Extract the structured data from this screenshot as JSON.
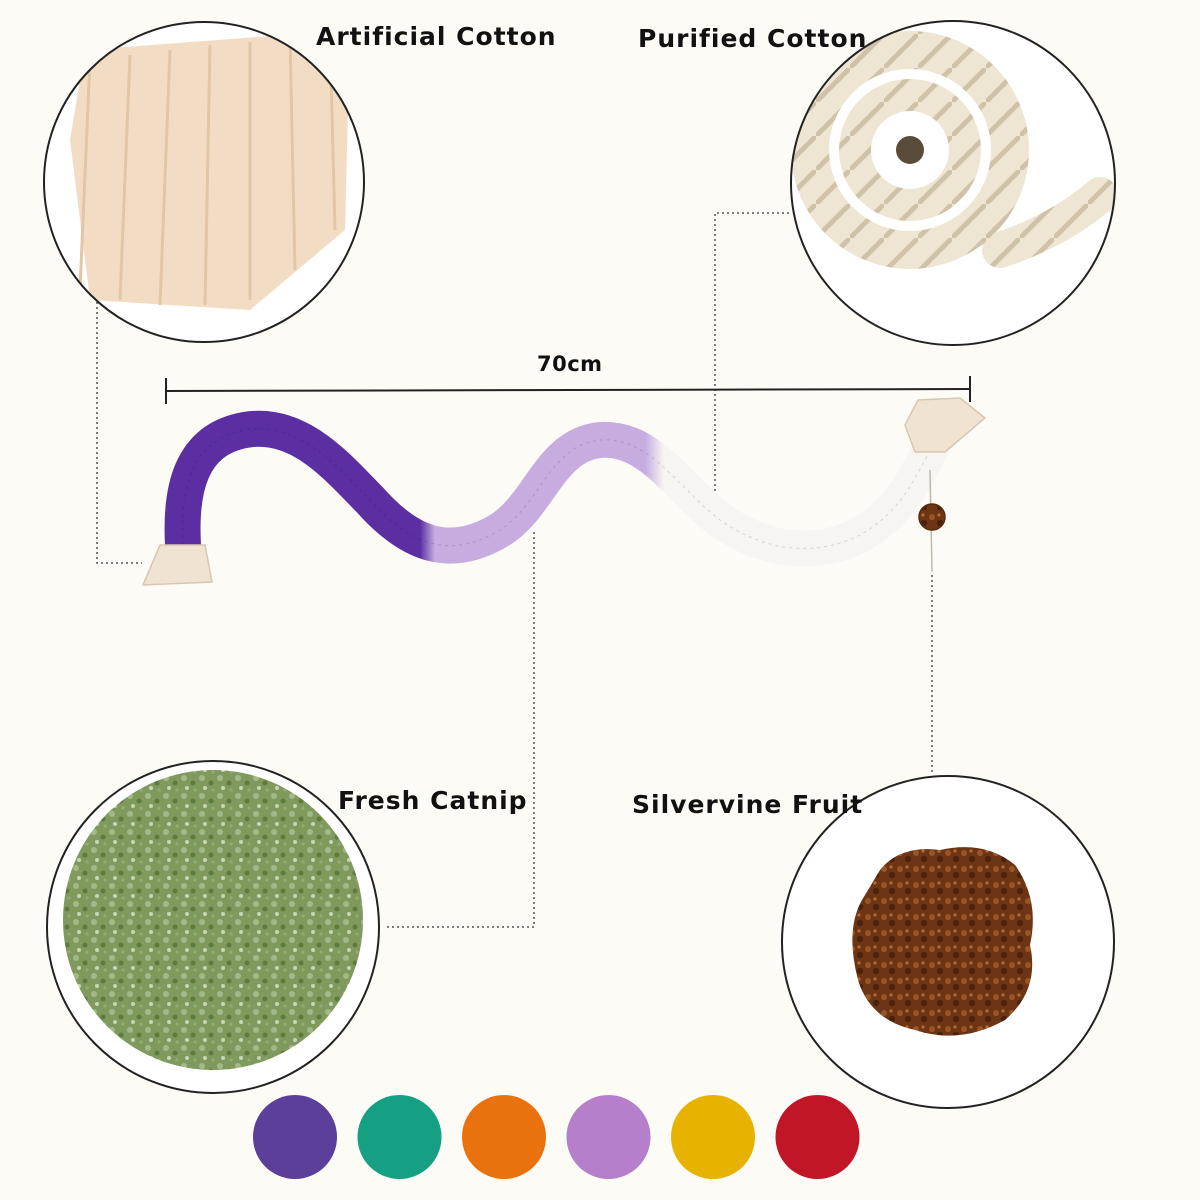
{
  "labels": {
    "artificial_cotton": "Artificial Cotton",
    "purified_cotton": "Purified Cotton",
    "fresh_catnip": "Fresh Catnip",
    "silvervine_fruit": "Silvervine Fruit",
    "length": "70cm"
  },
  "color_options": [
    "#5b3f9a",
    "#16a083",
    "#e9720e",
    "#b57fcb",
    "#e8b200",
    "#c11627"
  ],
  "colors": {
    "background": "#fdfbf5",
    "rope_dark_purple": "#5b2ea2",
    "rope_light_purple": "#c6acdf",
    "rope_white": "#f7f5f2",
    "cotton_tassel": "#f1e3d2"
  }
}
